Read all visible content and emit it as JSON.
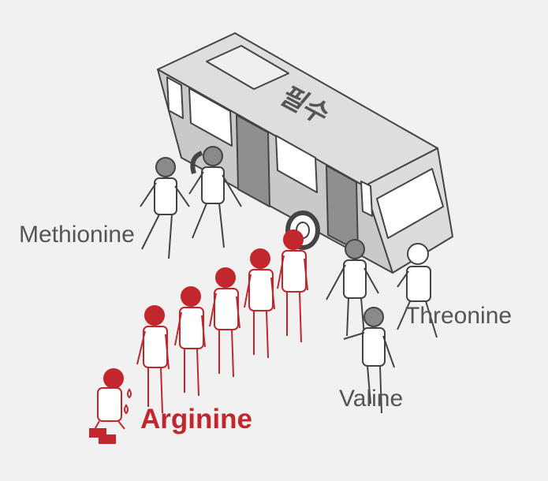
{
  "bus": {
    "side_text": "필수"
  },
  "labels": {
    "methionine": "Methionine",
    "threonine": "Threonine",
    "valine": "Valine",
    "arginine": "Arginine"
  },
  "colors": {
    "background": "#f1f1f1",
    "label_gray": "#555555",
    "highlight_red": "#c1272d",
    "highlight_fill": "#ffffff",
    "figure_gray": "#8a8a8a",
    "bus_body": "#cfcfcf",
    "bus_roof": "#dedede",
    "outline": "#444444"
  }
}
